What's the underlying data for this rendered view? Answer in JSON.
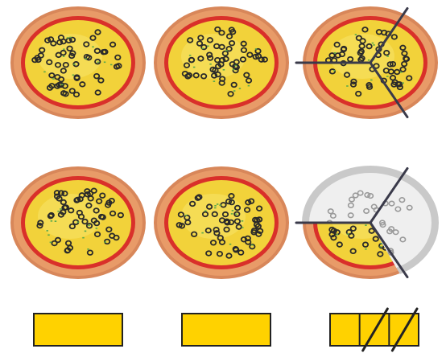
{
  "pizza_rows": [
    {
      "pizzas": [
        {
          "name": "pizza-whole-1",
          "state": "whole"
        },
        {
          "name": "pizza-whole-2",
          "state": "whole"
        },
        {
          "name": "pizza-thirds-cut",
          "state": "cut-into-thirds",
          "slices_total": 3,
          "slices_eaten": 0
        }
      ]
    },
    {
      "pizzas": [
        {
          "name": "pizza-whole-3",
          "state": "whole"
        },
        {
          "name": "pizza-whole-4",
          "state": "whole"
        },
        {
          "name": "pizza-thirds-partial",
          "state": "cut-into-thirds",
          "slices_total": 3,
          "slices_eaten": 2,
          "slices_remaining": 1
        }
      ]
    }
  ],
  "bar_models": [
    {
      "name": "bar-whole-1",
      "parts": 1,
      "crossed_out": 0
    },
    {
      "name": "bar-whole-2",
      "parts": 1,
      "crossed_out": 0
    },
    {
      "name": "bar-thirds",
      "parts": 3,
      "crossed_out": 2
    }
  ],
  "colors": {
    "crust_outer": "#d8875a",
    "crust_inner": "#e89b68",
    "sauce": "#d9302a",
    "cheese": "#f2d23a",
    "cheese_highlight": "#f7e36a",
    "olive": "#2a2a2a",
    "herb": "#5aa84a",
    "eaten_outer": "#c9c9c9",
    "eaten_inner": "#efefef",
    "cut_line": "#3a3a4a",
    "bar_fill": "#ffd200",
    "bar_stroke": "#222222"
  }
}
